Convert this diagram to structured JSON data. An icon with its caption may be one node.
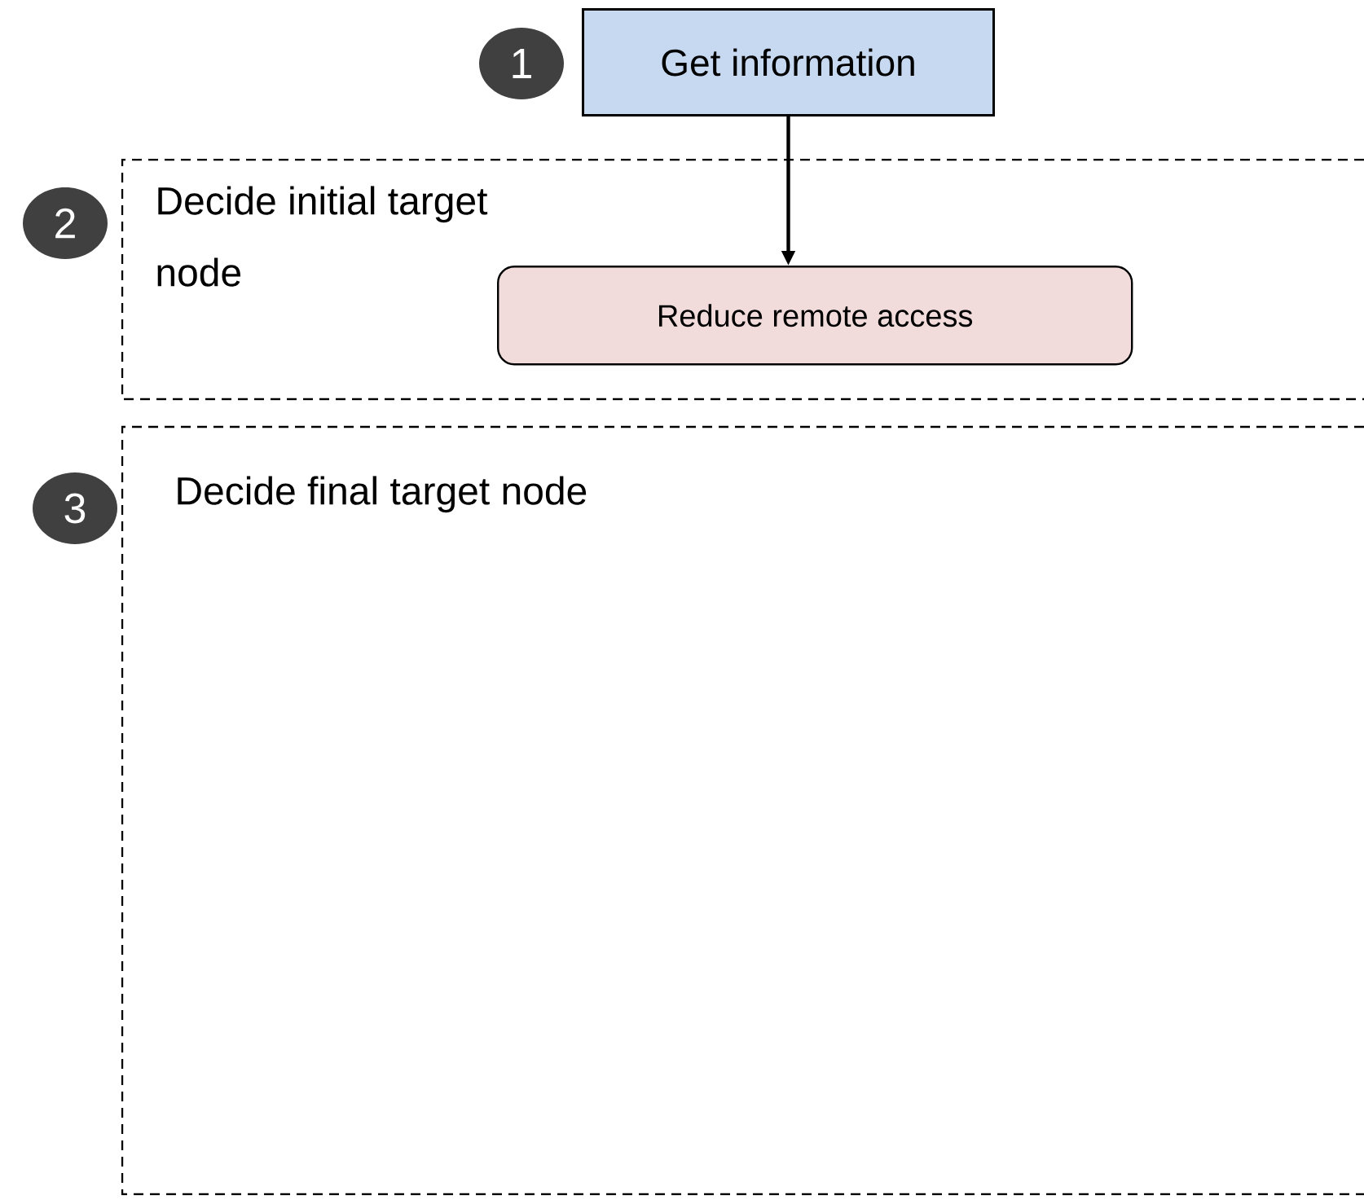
{
  "diagram": {
    "nodes": [
      {
        "text": [
          "Get information"
        ],
        "beside": [
          "1"
        ]
      },
      {
        "text": [
          "Decide initial target node"
        ],
        "beside": [
          "2"
        ]
      },
      {
        "text": [
          "Reduce remote access"
        ],
        "in": 1
      },
      {
        "text": [
          "Decide final target node"
        ],
        "beside": [
          "3"
        ]
      }
    ],
    "edges": [
      {
        "from": 0,
        "to": 2,
        "arrow": "to"
      }
    ]
  }
}
